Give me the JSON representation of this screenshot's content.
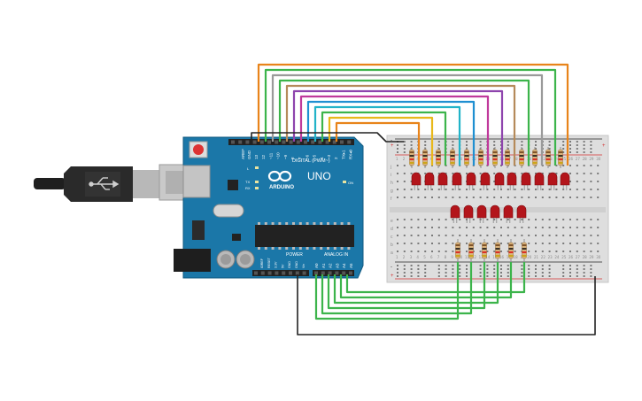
{
  "board": {
    "brand": "ARDUINO",
    "model": "UNO",
    "digital_header": "DIGITAL (PWM~)",
    "power_header": "POWER",
    "analog_header": "ANALOG IN",
    "aref": "AREF",
    "gnd": "GND",
    "digital_pins": [
      "13",
      "12",
      "~11",
      "~10",
      "~9",
      "8",
      "7",
      "~6",
      "~5",
      "4",
      "~3",
      "2",
      "TX▸1",
      "RX◂0"
    ],
    "power_pins": [
      "IOREF",
      "RESET",
      "3.3V",
      "5V",
      "GND",
      "GND",
      "Vin"
    ],
    "analog_pins": [
      "A0",
      "A1",
      "A2",
      "A3",
      "A4",
      "A5"
    ],
    "led_labels": {
      "l": "L",
      "tx": "TX",
      "rx": "RX",
      "on": "ON"
    }
  },
  "breadboard": {
    "row_letters_top": [
      "j",
      "i",
      "h",
      "g",
      "f"
    ],
    "row_letters_bottom": [
      "e",
      "d",
      "c",
      "b",
      "a"
    ],
    "rail_plus": "+",
    "rail_minus": "-",
    "columns": [
      "1",
      "2",
      "3",
      "4",
      "5",
      "6",
      "7",
      "8",
      "9",
      "10",
      "11",
      "12",
      "13",
      "14",
      "15",
      "16",
      "17",
      "18",
      "19",
      "20",
      "21",
      "22",
      "23",
      "24",
      "25",
      "26",
      "27",
      "28",
      "29",
      "30"
    ]
  },
  "wire_colors": {
    "orange": "#e8841a",
    "green": "#3cb44b",
    "gray": "#9a9a9a",
    "tan": "#b58a5a",
    "purple": "#8e44ad",
    "magenta": "#c0399b",
    "blue": "#1f8fd1",
    "cyan": "#22b3c8",
    "yellow": "#e8b81a",
    "black": "#222222"
  }
}
